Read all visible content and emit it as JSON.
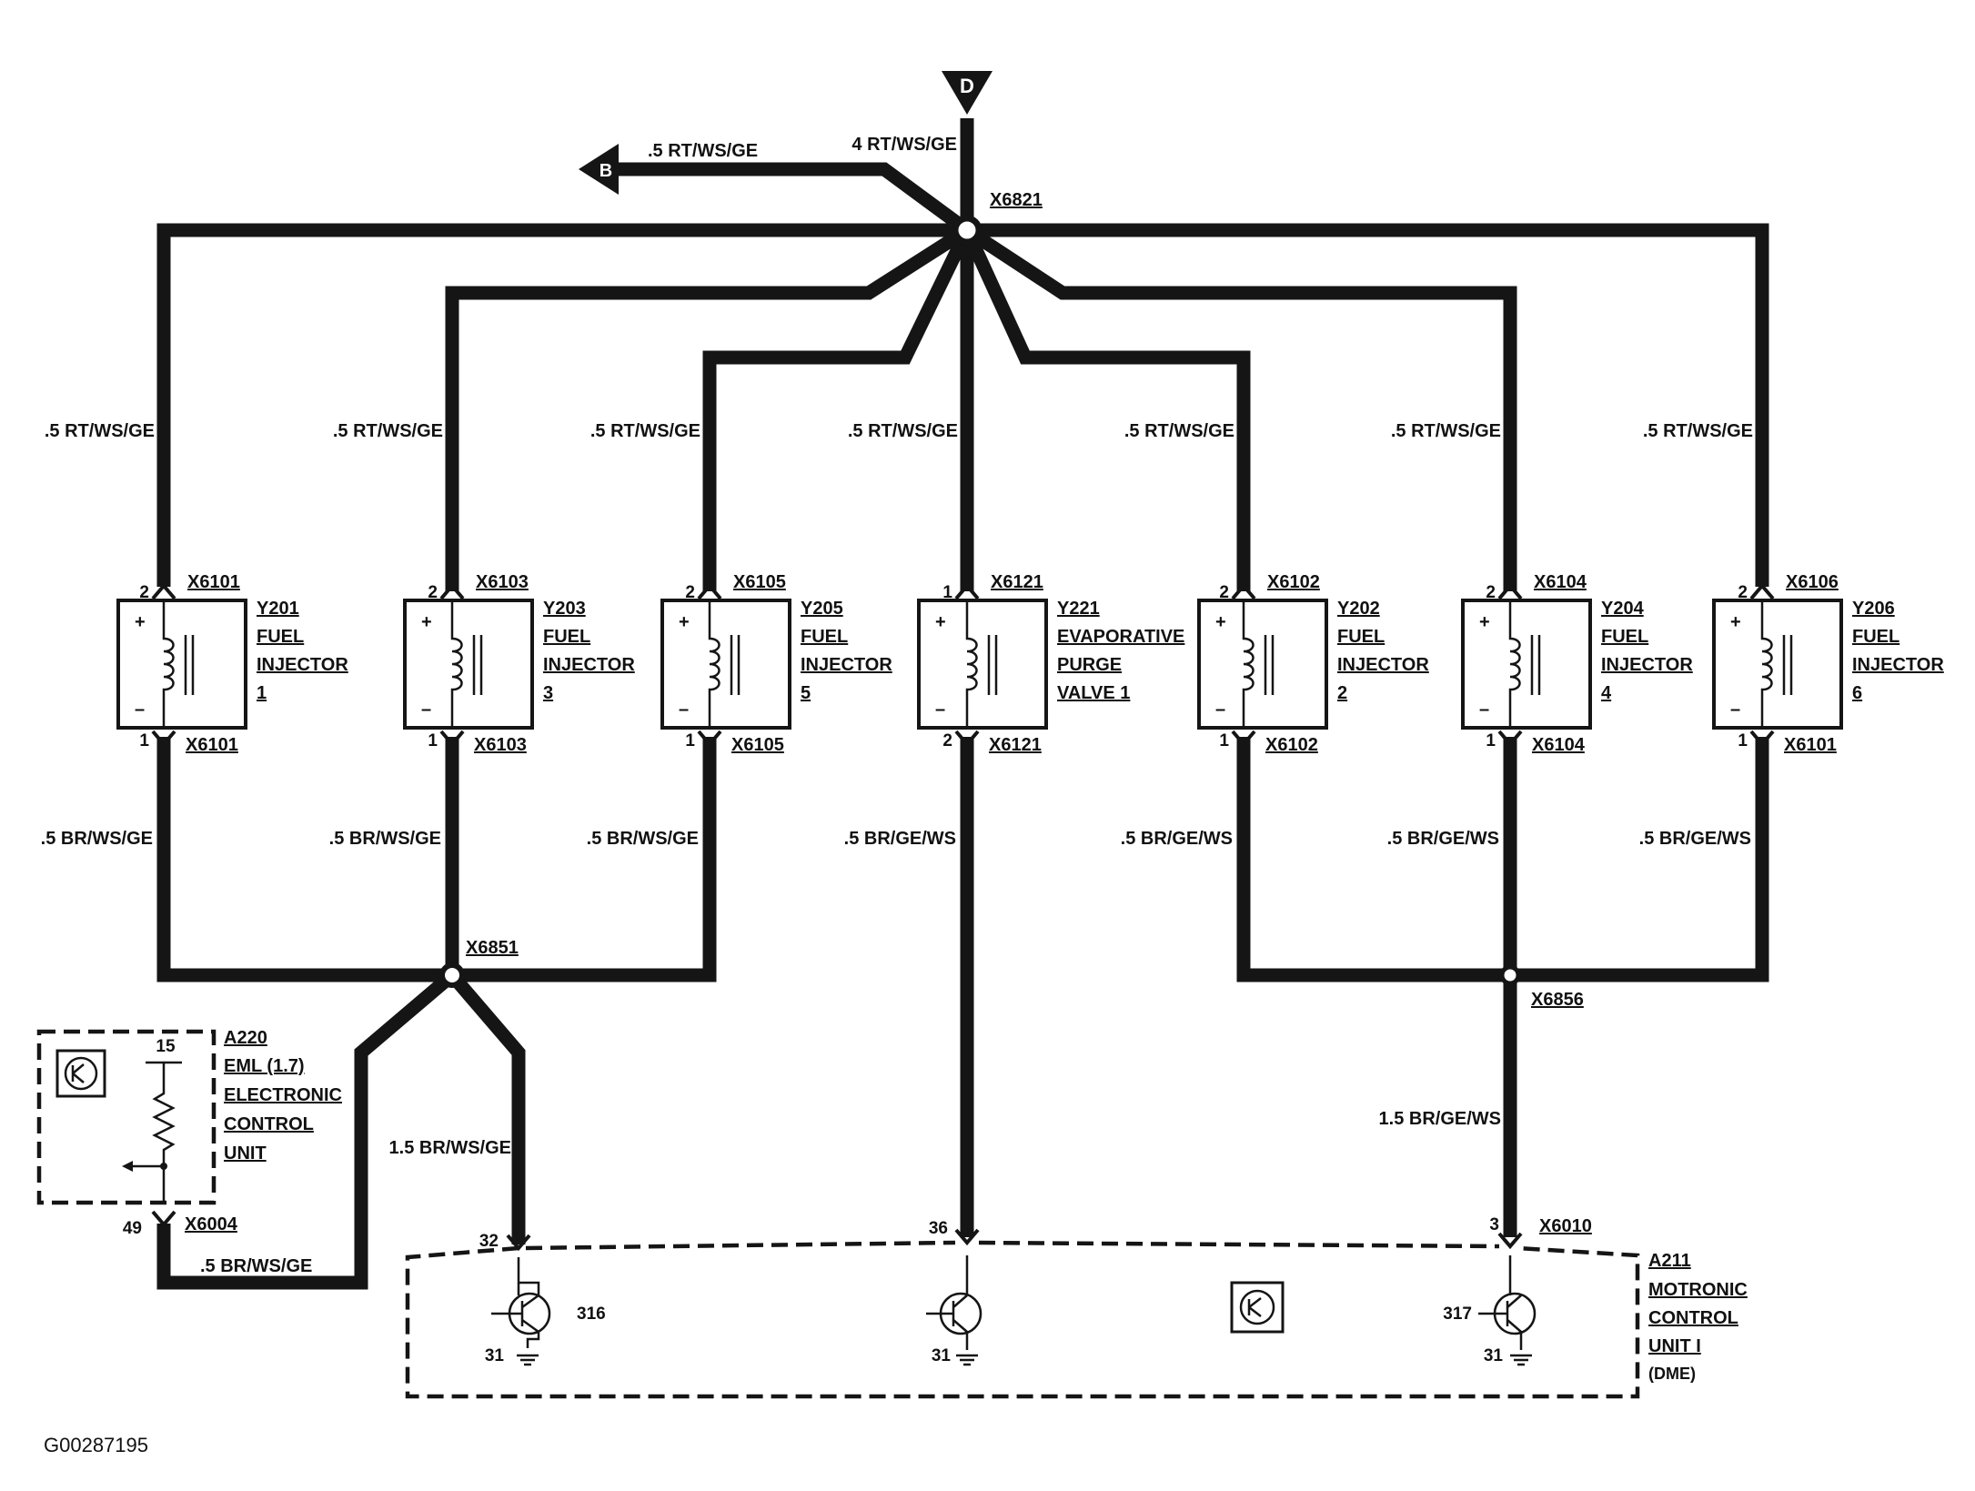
{
  "ref_D": "D",
  "ref_B": "B",
  "junctions": {
    "top": "X6821",
    "left": "X6851",
    "right": "X6856"
  },
  "feed_main": "4 RT/WS/GE",
  "feed_branch": ".5 RT/WS/GE",
  "components": [
    {
      "id": "Y201",
      "l1": "FUEL",
      "l2": "INJECTOR",
      "l3": "1",
      "conn_top": "X6101",
      "conn_bot": "X6101",
      "pin_top": "2",
      "pin_bot": "1",
      "wire_top": ".5 RT/WS/GE",
      "wire_bot": ".5 BR/WS/GE"
    },
    {
      "id": "Y203",
      "l1": "FUEL",
      "l2": "INJECTOR",
      "l3": "3",
      "conn_top": "X6103",
      "conn_bot": "X6103",
      "pin_top": "2",
      "pin_bot": "1",
      "wire_top": ".5 RT/WS/GE",
      "wire_bot": ".5 BR/WS/GE"
    },
    {
      "id": "Y205",
      "l1": "FUEL",
      "l2": "INJECTOR",
      "l3": "5",
      "conn_top": "X6105",
      "conn_bot": "X6105",
      "pin_top": "2",
      "pin_bot": "1",
      "wire_top": ".5 RT/WS/GE",
      "wire_bot": ".5 BR/WS/GE"
    },
    {
      "id": "Y221",
      "l1": "EVAPORATIVE",
      "l2": "PURGE",
      "l3": "VALVE 1",
      "conn_top": "X6121",
      "conn_bot": "X6121",
      "pin_top": "1",
      "pin_bot": "2",
      "wire_top": ".5 RT/WS/GE",
      "wire_bot": ".5 BR/GE/WS"
    },
    {
      "id": "Y202",
      "l1": "FUEL",
      "l2": "INJECTOR",
      "l3": "2",
      "conn_top": "X6102",
      "conn_bot": "X6102",
      "pin_top": "2",
      "pin_bot": "1",
      "wire_top": ".5 RT/WS/GE",
      "wire_bot": ".5 BR/GE/WS"
    },
    {
      "id": "Y204",
      "l1": "FUEL",
      "l2": "INJECTOR",
      "l3": "4",
      "conn_top": "X6104",
      "conn_bot": "X6104",
      "pin_top": "2",
      "pin_bot": "1",
      "wire_top": ".5 RT/WS/GE",
      "wire_bot": ".5 BR/GE/WS"
    },
    {
      "id": "Y206",
      "l1": "FUEL",
      "l2": "INJECTOR",
      "l3": "6",
      "conn_top": "X6106",
      "conn_bot": "X6101",
      "pin_top": "2",
      "pin_bot": "1",
      "wire_top": ".5 RT/WS/GE",
      "wire_bot": ".5 BR/GE/WS"
    }
  ],
  "ecu_eml": {
    "id": "A220",
    "l1": "EML (1.7)",
    "l2": "ELECTRONIC",
    "l3": "CONTROL",
    "l4": "UNIT",
    "pin_top": "15",
    "pin_out": "49",
    "conn": "X6004",
    "wire": ".5 BR/WS/GE"
  },
  "ecu_dme": {
    "id": "A211",
    "l1": "MOTRONIC",
    "l2": "CONTROL",
    "l3": "UNIT I",
    "l4": "(DME)",
    "pin_a": "32",
    "pin_b": "36",
    "pin_c": "3",
    "conn_c": "X6010",
    "tr_a": "316",
    "tr_c": "317",
    "gnd": "31"
  },
  "wire_left_trunk": "1.5 BR/WS/GE",
  "wire_right_trunk": "1.5 BR/GE/WS",
  "figure_code": "G00287195"
}
